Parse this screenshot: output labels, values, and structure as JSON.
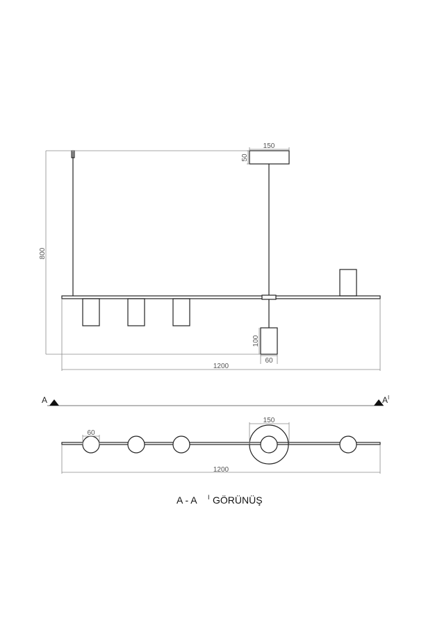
{
  "elevation": {
    "dim_canopy_width": "150",
    "dim_canopy_height": "50",
    "dim_total_height": "800",
    "dim_shade_height": "100",
    "dim_shade_width": "60",
    "dim_total_length": "1200"
  },
  "section_mark": {
    "left_label": "A",
    "right_label": "A",
    "right_prime": "I"
  },
  "plan": {
    "dim_shade_diameter": "60",
    "dim_canopy_diameter": "150",
    "dim_total_length": "1200"
  },
  "caption": {
    "prefix": "A - A",
    "prime": "I",
    "suffix": "GÖRÜNÜŞ"
  },
  "colors": {
    "line": "#222222",
    "dimension": "#8a8a8a",
    "background": "#ffffff"
  }
}
